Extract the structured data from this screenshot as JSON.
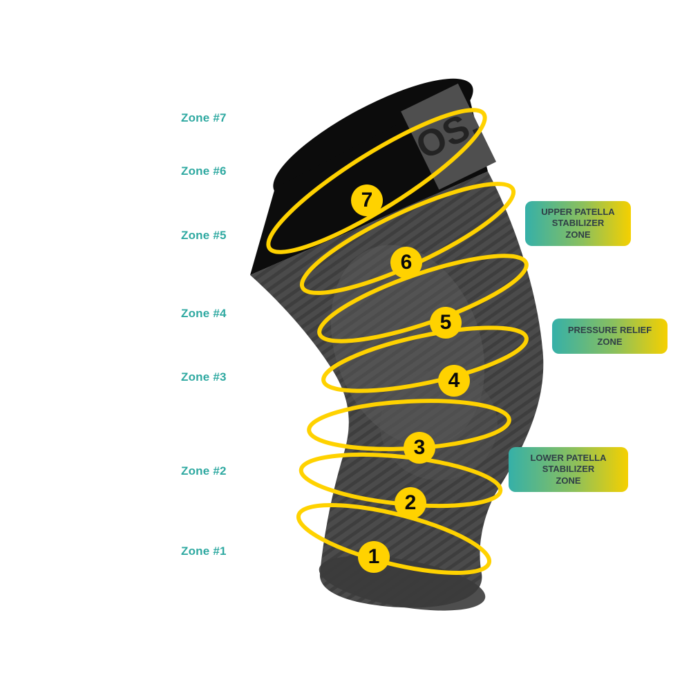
{
  "brand": {
    "logo_text": "OS."
  },
  "zones": [
    {
      "id": 7,
      "label": "Zone #7",
      "number": "7"
    },
    {
      "id": 6,
      "label": "Zone #6",
      "number": "6"
    },
    {
      "id": 5,
      "label": "Zone #5",
      "number": "5"
    },
    {
      "id": 4,
      "label": "Zone #4",
      "number": "4"
    },
    {
      "id": 3,
      "label": "Zone #3",
      "number": "3"
    },
    {
      "id": 2,
      "label": "Zone #2",
      "number": "2"
    },
    {
      "id": 1,
      "label": "Zone #1",
      "number": "1"
    }
  ],
  "callouts": [
    {
      "text": "UPPER PATELLA\nSTABILIZER\nZONE"
    },
    {
      "text": "PRESSURE RELIEF\nZONE"
    },
    {
      "text": "LOWER PATELLA\nSTABILIZER\nZONE"
    }
  ],
  "colors": {
    "zone_label": "#2FA9A1",
    "ring": "#FFD200",
    "badge_background": "#FFD200",
    "badge_text": "#0A0A0A",
    "callout_gradient_start": "#35B0A8",
    "callout_gradient_end": "#F5D000",
    "callout_text": "#2F3E46",
    "sleeve_body": "#4B4B4B",
    "sleeve_band": "#0C0C0C"
  }
}
